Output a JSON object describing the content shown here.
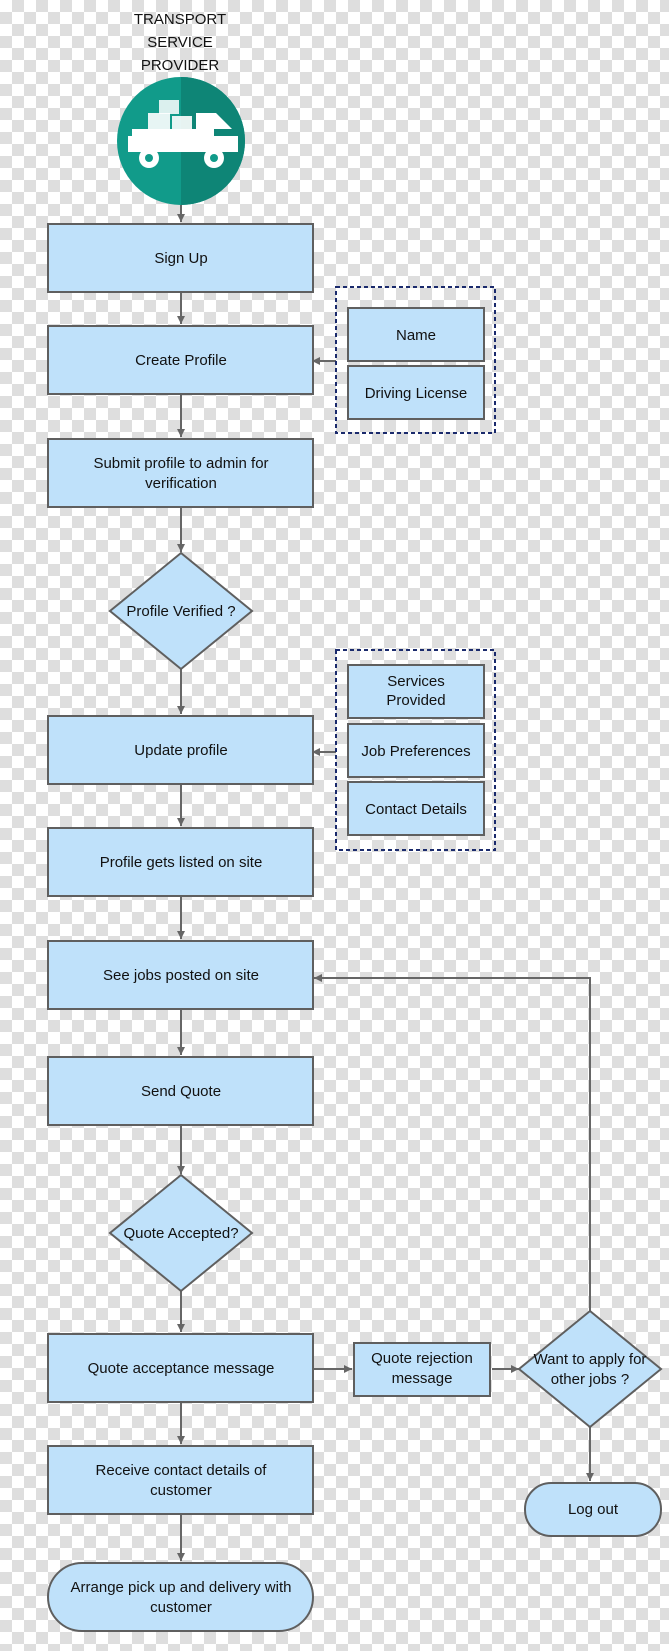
{
  "header": {
    "title_lines": [
      "TRANSPORT",
      "SERVICE",
      "PROVIDER"
    ]
  },
  "logo": {
    "icon": "delivery-truck-icon",
    "circle_color": "#119b8a"
  },
  "colors": {
    "box_fill": "#bfe1fa",
    "box_stroke": "#5f5f5f",
    "arrow": "#666666",
    "dash": "#1a2a6c",
    "text": "#111111"
  },
  "flow": {
    "sign_up": "Sign Up",
    "create_profile": "Create Profile",
    "submit_profile": [
      "Submit profile to admin for",
      "verification"
    ],
    "profile_verified": "Profile Verified ?",
    "update_profile": "Update profile",
    "profile_listed": "Profile gets listed on site",
    "see_jobs": "See jobs posted on site",
    "send_quote": "Send Quote",
    "quote_accepted": "Quote Accepted?",
    "quote_acceptance": "Quote acceptance message",
    "receive_contact": [
      "Receive contact details of",
      "customer"
    ],
    "arrange_pickup": [
      "Arrange pick up and delivery with",
      "customer"
    ],
    "quote_rejection": [
      "Quote rejection",
      "message"
    ],
    "want_apply": [
      "Want to apply for",
      "other jobs ?"
    ],
    "log_out": "Log out"
  },
  "profile_fields": {
    "name": "Name",
    "driving_license": "Driving License"
  },
  "update_fields": {
    "services_provided": [
      "Services",
      "Provided"
    ],
    "job_preferences": "Job Preferences",
    "contact_details": "Contact Details"
  }
}
